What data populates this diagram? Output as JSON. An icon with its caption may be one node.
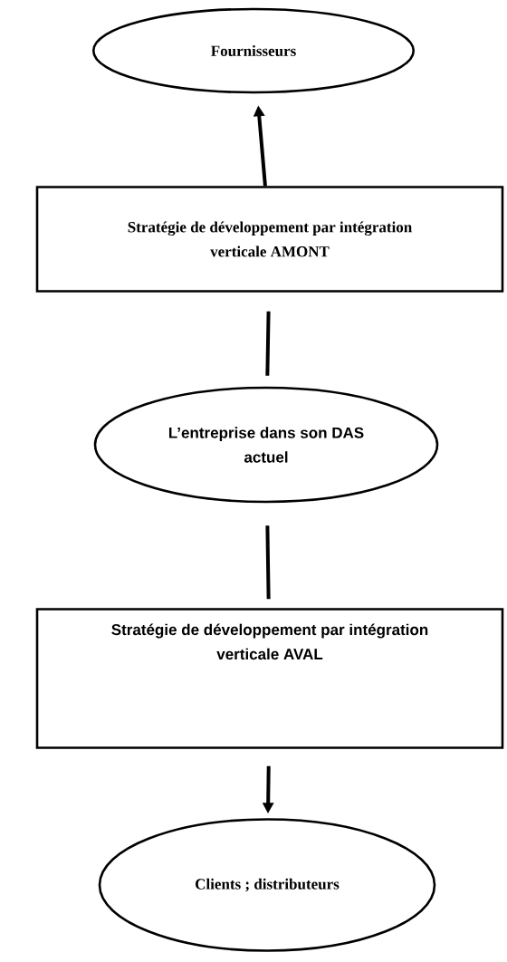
{
  "diagram": {
    "nodes": [
      {
        "text": [
          "Fournisseurs"
        ]
      },
      {
        "text": [
          "Stratégie de développement par intégration verticale AMONT"
        ]
      },
      {
        "text": [
          "L’entreprise dans son DAS actuel"
        ]
      },
      {
        "text": [
          "Stratégie de développement par intégration verticale AVAL"
        ]
      },
      {
        "text": [
          "Clients ; distributeurs"
        ]
      }
    ],
    "edges": [
      {
        "from": 1,
        "to": 0,
        "arrow": "to"
      },
      {
        "from": 1,
        "to": 2,
        "arrow": "none"
      },
      {
        "from": 2,
        "to": 3,
        "arrow": "none"
      },
      {
        "from": 3,
        "to": 4,
        "arrow": "to"
      }
    ]
  }
}
